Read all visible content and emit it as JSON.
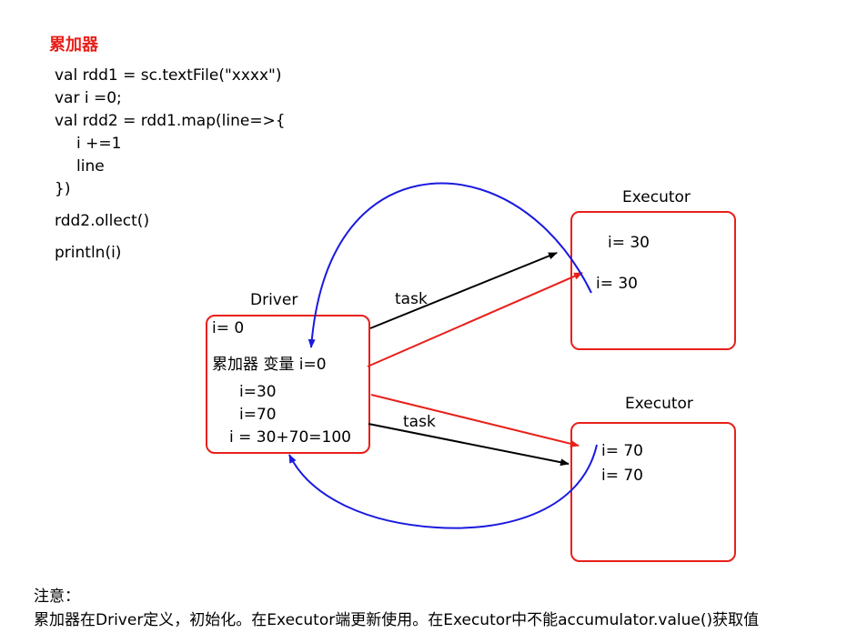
{
  "title": "累加器",
  "code_lines": [
    "val rdd1 = sc.textFile(\"xxxx\")",
    "var i =0;",
    "val rdd2 = rdd1.map(line=>{",
    "i +=1",
    "line",
    "})",
    "rdd2.ollect()",
    "println(i)"
  ],
  "driver": {
    "label": "Driver",
    "lines": [
      "i= 0",
      "累加器 变量  i=0",
      "i=30",
      "i=70",
      "i = 30+70=100"
    ]
  },
  "executors": [
    {
      "label": "Executor",
      "lines": [
        "i= 30",
        "i= 30"
      ]
    },
    {
      "label": "Executor",
      "lines": [
        "i= 70",
        "i= 70"
      ]
    }
  ],
  "task_labels": [
    "task",
    "task"
  ],
  "colors": {
    "box_border": "#e8201a",
    "black_arrow": "#000000",
    "red_arrow": "#e8201a",
    "blue_arrow": "#1a1ae0"
  },
  "note": {
    "heading": "注意：",
    "text": "累加器在Driver定义，初始化。在Executor端更新使用。在Executor中不能accumulator.value()获取值"
  }
}
